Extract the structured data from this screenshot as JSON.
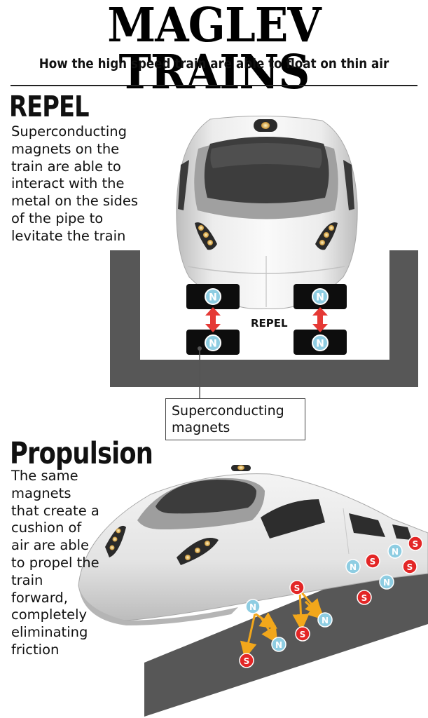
{
  "header": {
    "title": "MAGLEV TRAINS",
    "subtitle": "How the high speed train are able to float on thin air"
  },
  "repel_section": {
    "heading": "REPEL",
    "body": "Superconducting magnets on the train are able to interact with the metal on the sides of the pipe to levitate the train",
    "diagram_label": "REPEL",
    "callout": "Superconducting magnets",
    "magnet_pole": "N"
  },
  "propulsion_section": {
    "heading": "Propulsion",
    "body": "The same magnets that create a cushion of air are able to propel the train forward, completely eliminating friction",
    "pole_north": "N",
    "pole_south": "S"
  },
  "colors": {
    "north_pole": "#8ecde2",
    "south_pole": "#e32626",
    "repel_arrow": "#e53935",
    "propulsion_arrow": "#f2a71b",
    "track": "#575757",
    "magnet_block": "#0d0d0d"
  }
}
